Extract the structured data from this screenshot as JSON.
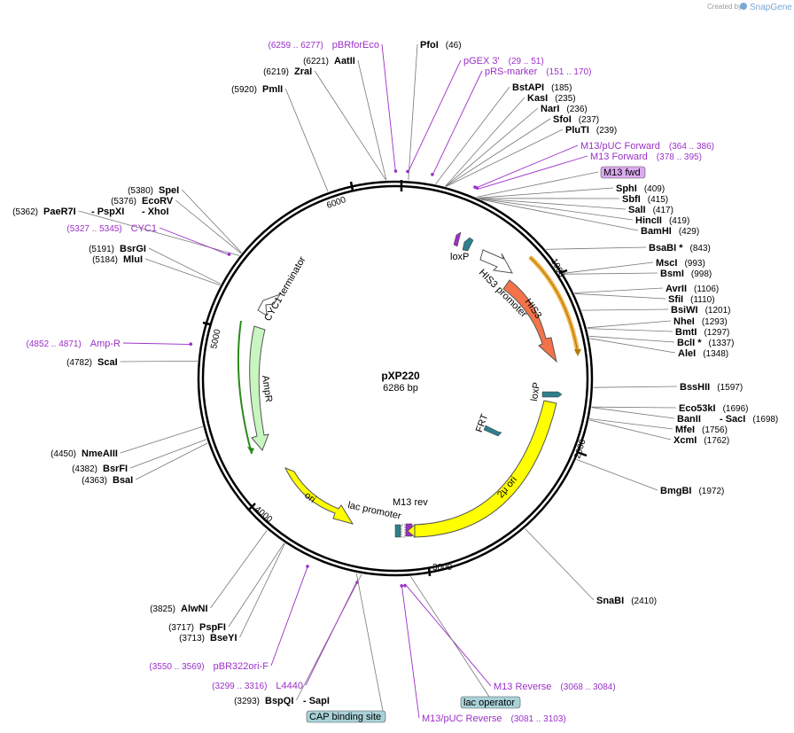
{
  "credit": {
    "prefix": "Created by",
    "brand": "SnapGene"
  },
  "plasmid": {
    "name": "pXP220",
    "size": "6286 bp",
    "length": 6286
  },
  "ticks": [
    {
      "pos": 1000,
      "label": "1000"
    },
    {
      "pos": 2000,
      "label": "2000"
    },
    {
      "pos": 3000,
      "label": "3000"
    },
    {
      "pos": 4000,
      "label": "4000"
    },
    {
      "pos": 5000,
      "label": "5000"
    },
    {
      "pos": 6000,
      "label": "6000"
    }
  ],
  "sites": [
    {
      "name": "PfoI",
      "pos": "(46)",
      "bp": 46
    },
    {
      "name": "AatII",
      "pos": "(6221)",
      "bp": 6221
    },
    {
      "name": "ZraI",
      "pos": "(6219)",
      "bp": 6219
    },
    {
      "name": "PmlI",
      "pos": "(5920)",
      "bp": 5920
    },
    {
      "name": "BstAPI",
      "pos": "(185)",
      "bp": 185
    },
    {
      "name": "KasI",
      "pos": "(235)",
      "bp": 235
    },
    {
      "name": "NarI",
      "pos": "(236)",
      "bp": 236
    },
    {
      "name": "SfoI",
      "pos": "(237)",
      "bp": 237
    },
    {
      "name": "PluTI",
      "pos": "(239)",
      "bp": 239
    },
    {
      "name": "SphI",
      "pos": "(409)",
      "bp": 409
    },
    {
      "name": "SbfI",
      "pos": "(415)",
      "bp": 415
    },
    {
      "name": "SalI",
      "pos": "(417)",
      "bp": 417
    },
    {
      "name": "HincII",
      "pos": "(419)",
      "bp": 419
    },
    {
      "name": "BamHI",
      "pos": "(429)",
      "bp": 429
    },
    {
      "name": "BsaBI *",
      "pos": "(843)",
      "bp": 843
    },
    {
      "name": "MscI",
      "pos": "(993)",
      "bp": 993
    },
    {
      "name": "BsmI",
      "pos": "(998)",
      "bp": 998
    },
    {
      "name": "AvrII",
      "pos": "(1106)",
      "bp": 1106
    },
    {
      "name": "SfiI",
      "pos": "(1110)",
      "bp": 1110
    },
    {
      "name": "BsiWI",
      "pos": "(1201)",
      "bp": 1201
    },
    {
      "name": "NheI",
      "pos": "(1293)",
      "bp": 1293
    },
    {
      "name": "BmtI",
      "pos": "(1297)",
      "bp": 1297
    },
    {
      "name": "BclI *",
      "pos": "(1337)",
      "bp": 1337
    },
    {
      "name": "AleI",
      "pos": "(1348)",
      "bp": 1348
    },
    {
      "name": "BssHII",
      "pos": "(1597)",
      "bp": 1597
    },
    {
      "name": "Eco53kI",
      "pos": "(1696)",
      "bp": 1696
    },
    {
      "name": "BanII",
      "pos": "",
      "bp": 1698
    },
    {
      "name": "- SacI",
      "pos": "(1698)",
      "bp": 1698
    },
    {
      "name": "MfeI",
      "pos": "(1756)",
      "bp": 1756
    },
    {
      "name": "XcmI",
      "pos": "(1762)",
      "bp": 1762
    },
    {
      "name": "BmgBI",
      "pos": "(1972)",
      "bp": 1972
    },
    {
      "name": "SnaBI",
      "pos": "(2410)",
      "bp": 2410
    },
    {
      "name": "BspQI",
      "pos": "(3293)",
      "bp": 3293
    },
    {
      "name": "- SapI",
      "pos": "",
      "bp": 3293
    },
    {
      "name": "BseYI",
      "pos": "(3713)",
      "bp": 3713
    },
    {
      "name": "PspFI",
      "pos": "(3717)",
      "bp": 3717
    },
    {
      "name": "AlwNI",
      "pos": "(3825)",
      "bp": 3825
    },
    {
      "name": "BsaI",
      "pos": "(4363)",
      "bp": 4363
    },
    {
      "name": "BsrFI",
      "pos": "(4382)",
      "bp": 4382
    },
    {
      "name": "NmeAIII",
      "pos": "(4450)",
      "bp": 4450
    },
    {
      "name": "ScaI",
      "pos": "(4782)",
      "bp": 4782
    },
    {
      "name": "MluI",
      "pos": "(5184)",
      "bp": 5184
    },
    {
      "name": "BsrGI",
      "pos": "(5191)",
      "bp": 5191
    },
    {
      "name": "PaeR7I",
      "pos": "(5362)",
      "bp": 5362
    },
    {
      "name": "- PspXI",
      "pos": "",
      "bp": 5362
    },
    {
      "name": "- XhoI",
      "pos": "",
      "bp": 5362
    },
    {
      "name": "EcoRV",
      "pos": "(5376)",
      "bp": 5376
    },
    {
      "name": "SpeI",
      "pos": "(5380)",
      "bp": 5380
    }
  ],
  "primers": [
    {
      "name": "pBRforEco",
      "range": "(6259 .. 6277)",
      "bp": 6268
    },
    {
      "name": "pGEX 3'",
      "range": "(29 .. 51)",
      "bp": 40
    },
    {
      "name": "pRS-marker",
      "range": "(151 .. 170)",
      "bp": 160
    },
    {
      "name": "M13/pUC Forward",
      "range": "(364 .. 386)",
      "bp": 375
    },
    {
      "name": "M13 Forward",
      "range": "(378 .. 395)",
      "bp": 386
    },
    {
      "name": "CYC1",
      "range": "(5327 .. 5345)",
      "bp": 5336
    },
    {
      "name": "Amp-R",
      "range": "(4852 .. 4871)",
      "bp": 4861
    },
    {
      "name": "pBR322ori-F",
      "range": "(3550 .. 3569)",
      "bp": 3560
    },
    {
      "name": "L4440",
      "range": "(3299 .. 3316)",
      "bp": 3308
    },
    {
      "name": "M13 Reverse",
      "range": "(3068 .. 3084)",
      "bp": 3076
    },
    {
      "name": "M13/pUC Reverse",
      "range": "(3081 .. 3103)",
      "bp": 3092
    }
  ],
  "boxes": [
    {
      "name": "M13 fwd",
      "color": "#dcaaf0"
    },
    {
      "name": "lac operator",
      "color": "#a9d2d8"
    },
    {
      "name": "CAP binding site",
      "color": "#a9d2d8"
    }
  ],
  "features": [
    {
      "name": "HIS3 promoter",
      "color": "#ffffff"
    },
    {
      "name": "HIS3",
      "color": "#f4734a"
    },
    {
      "name": "loxP",
      "color": "#2f7f8c"
    },
    {
      "name": "FRT",
      "color": "#2f7f8c"
    },
    {
      "name": "2μ ori",
      "color": "#ffff00"
    },
    {
      "name": "M13 rev",
      "color": "#9b30c8"
    },
    {
      "name": "lac promoter",
      "color": "#ffffff"
    },
    {
      "name": "ori",
      "color": "#ffff00"
    },
    {
      "name": "AmpR",
      "color": "#c9f5c0"
    },
    {
      "name": "CYC1 terminator",
      "color": "#ffffff"
    }
  ]
}
